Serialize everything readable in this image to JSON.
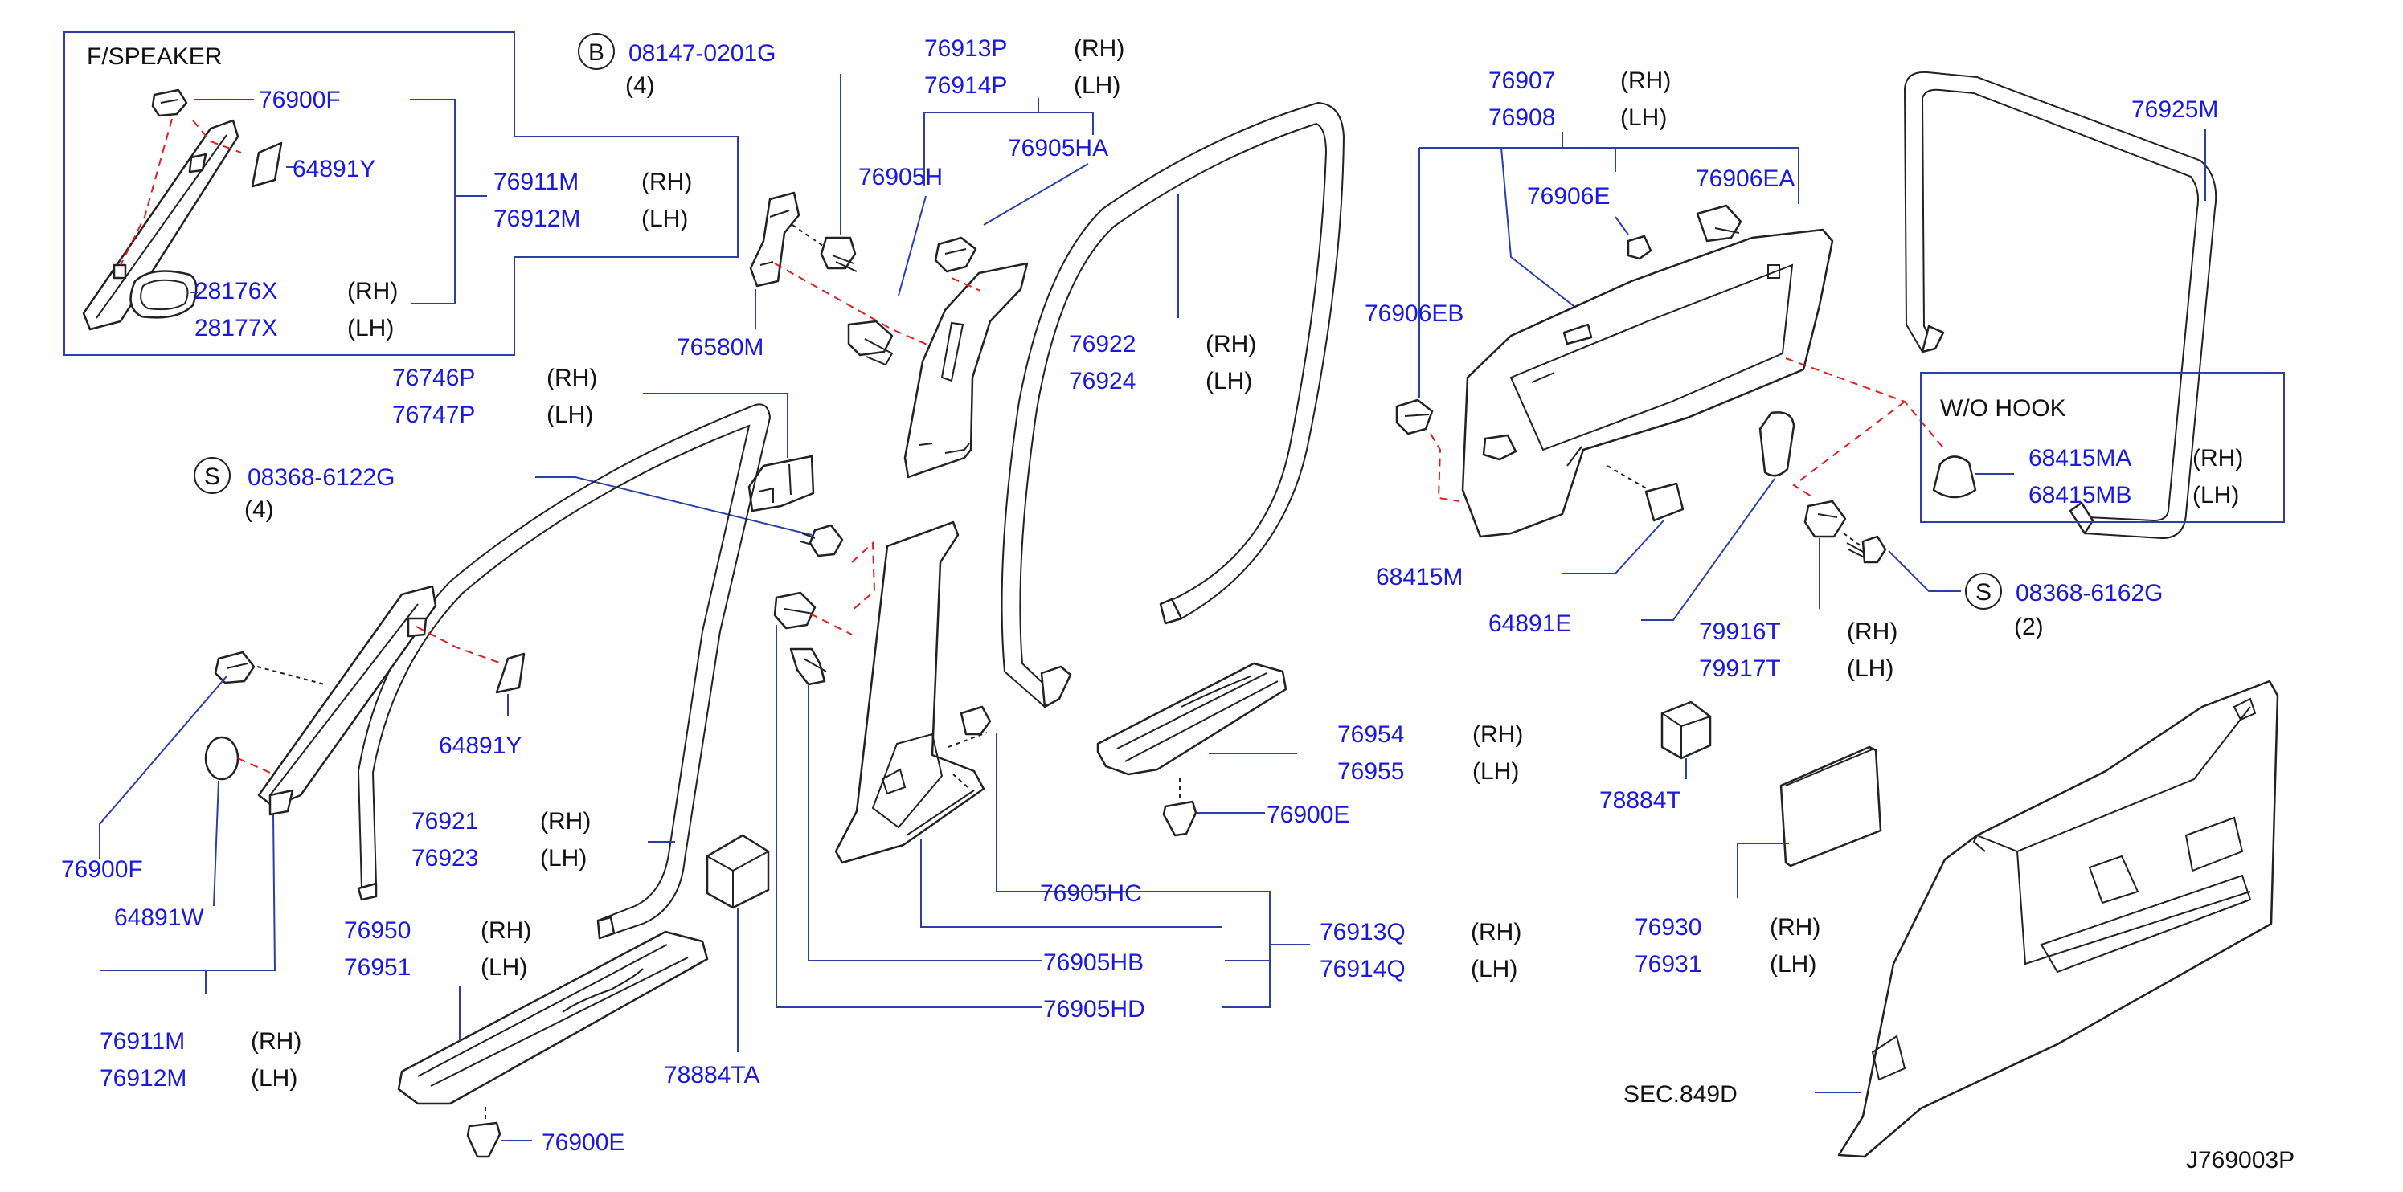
{
  "diagram_id": "J769003P",
  "boxes": {
    "f_speaker": "F/SPEAKER",
    "wo_hook": "W/O  HOOK"
  },
  "labels": {
    "p76900F_top": "76900F",
    "p64891Y_top": "64891Y",
    "p76911M_top": "76911M",
    "p76912M_top": "76912M",
    "p28176X": "28176X",
    "p28177X": "28177X",
    "b_circle": "B",
    "p08147": "08147-0201G",
    "q4a": "(4)",
    "p76913P": "76913P",
    "p76914P": "76914P",
    "p76905HA": "76905HA",
    "p76905H": "76905H",
    "p76580M": "76580M",
    "p76922": "76922",
    "p76924": "76924",
    "p76907": "76907",
    "p76908": "76908",
    "p76906E": "76906E",
    "p76906EA": "76906EA",
    "p76906EB": "76906EB",
    "p76925M": "76925M",
    "p68415MA": "68415MA",
    "p68415MB": "68415MB",
    "p68415M": "68415M",
    "p64891E": "64891E",
    "s_circle_a": "S",
    "p08368_6162G": "08368-6162G",
    "q2": "(2)",
    "p79916T": "79916T",
    "p79917T": "79917T",
    "p76746P": "76746P",
    "p76747P": "76747P",
    "s_circle_b": "S",
    "p08368_6122G": "08368-6122G",
    "q4b": "(4)",
    "p64891Y_mid": "64891Y",
    "p76900F_mid": "76900F",
    "p64891W": "64891W",
    "p76911M_bot": "76911M",
    "p76912M_bot": "76912M",
    "p76921": "76921",
    "p76923": "76923",
    "p76950": "76950",
    "p76951": "76951",
    "p76900E_bot": "76900E",
    "p78884TA": "78884TA",
    "p76954": "76954",
    "p76955": "76955",
    "p76900E_mid": "76900E",
    "p78884T": "78884T",
    "p76930": "76930",
    "p76931": "76931",
    "p76905HC": "76905HC",
    "p76905HB": "76905HB",
    "p76905HD": "76905HD",
    "p76913Q": "76913Q",
    "p76914Q": "76914Q",
    "sec849D": "SEC.849D"
  },
  "side": {
    "rh": "(RH)",
    "lh": "(LH)"
  }
}
